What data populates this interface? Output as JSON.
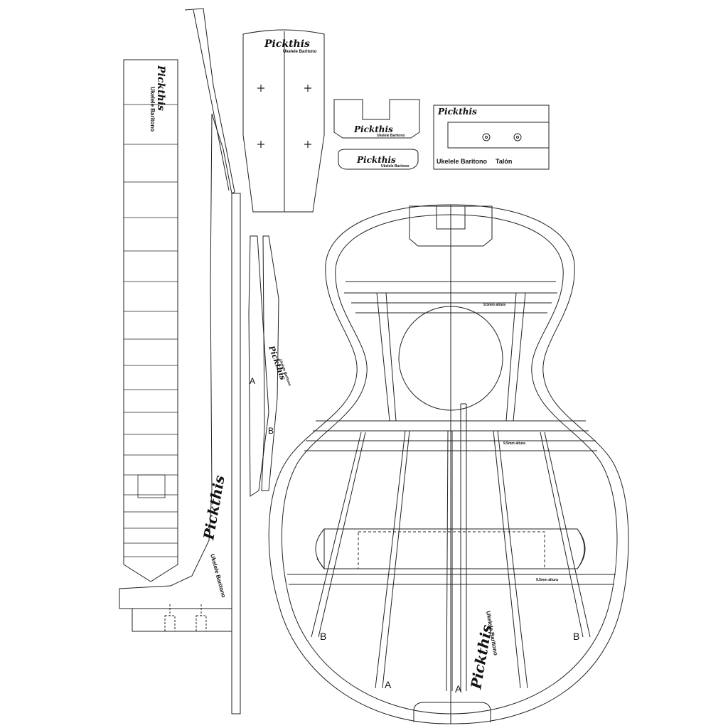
{
  "brand": "Pickthis",
  "product": "Ukelele Baritono",
  "heel_label": "Talón",
  "height_note": "9.5mm altura",
  "brace_labels": {
    "a": "A",
    "b": "B"
  }
}
